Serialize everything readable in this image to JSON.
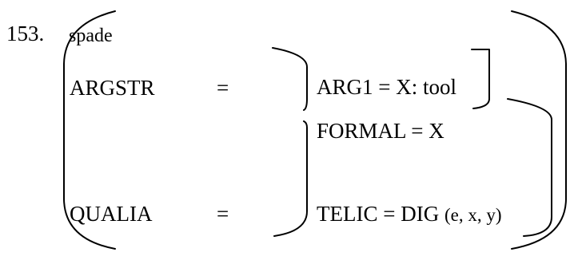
{
  "entry": {
    "number": "153.",
    "word": "spade"
  },
  "argstr": {
    "label": "ARGSTR",
    "equals": "=",
    "arg1": "ARG1 = X: tool"
  },
  "qualia": {
    "label": "QUALIA",
    "equals": "=",
    "formal": "FORMAL = X",
    "telic_head": "TELIC = DIG",
    "telic_args": "(e, x, y)"
  }
}
